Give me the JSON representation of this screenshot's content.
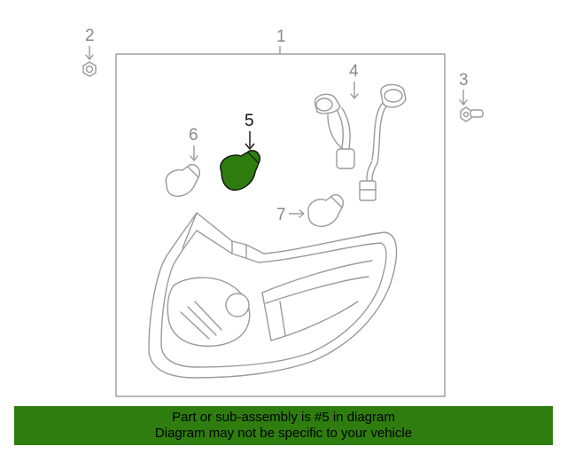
{
  "diagram": {
    "callouts": {
      "c1": "1",
      "c2": "2",
      "c3": "3",
      "c4": "4",
      "c5": "5",
      "c6": "6",
      "c7": "7"
    },
    "highlighted_part": "5",
    "highlight_color": "#2e7d0e"
  },
  "banner": {
    "line1": "Part or sub-assembly is #5 in diagram",
    "line2": "Diagram may not be specific to your vehicle",
    "background": "#2e7d0e"
  }
}
